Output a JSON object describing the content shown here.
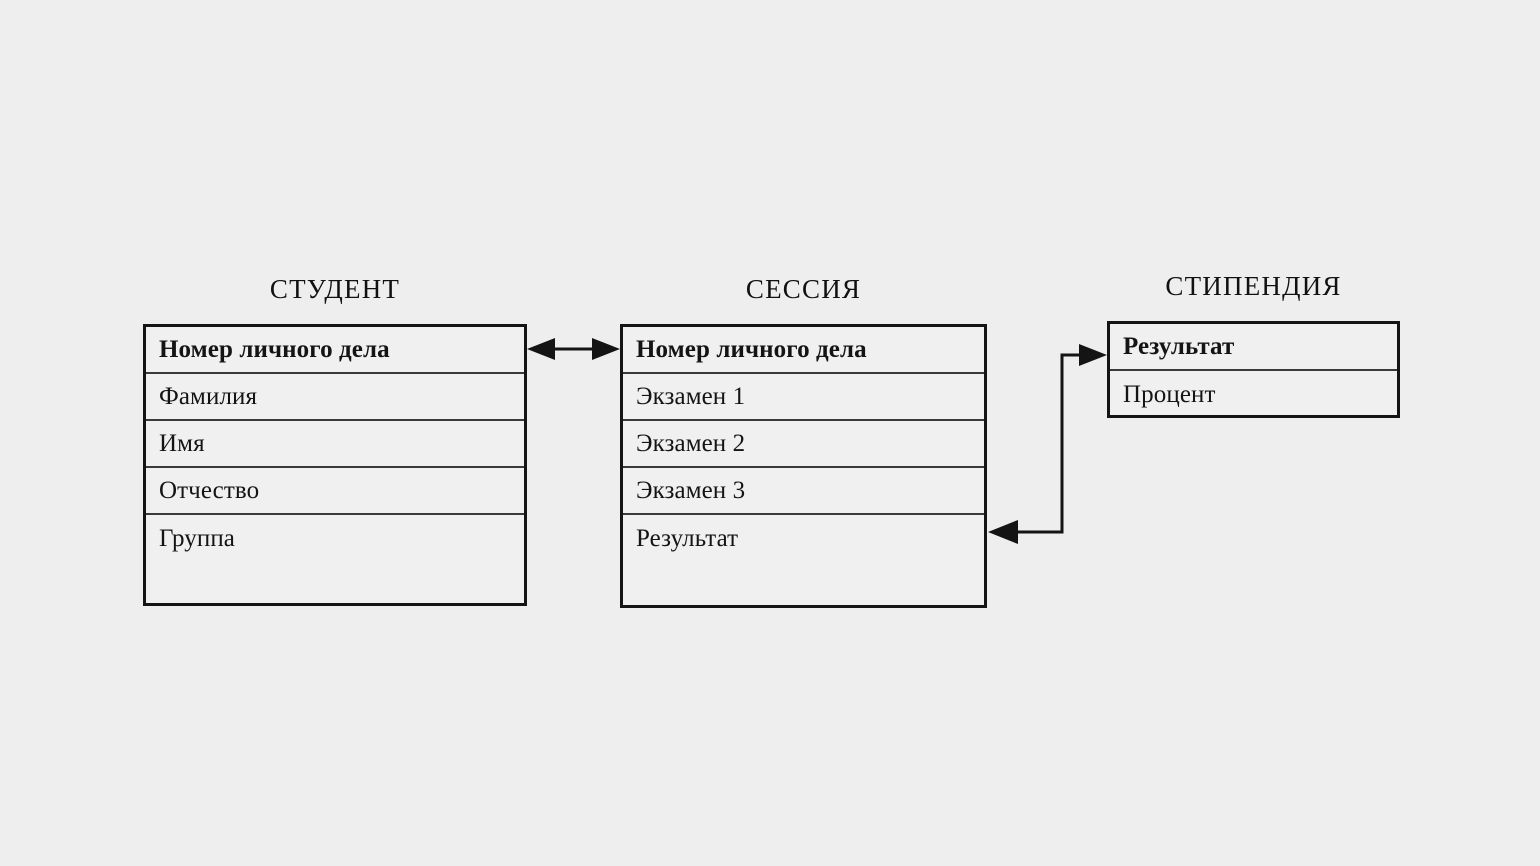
{
  "diagram": {
    "title": "",
    "background_color": "#eeeeee",
    "line_color": "#141414",
    "cell_fill": "#f0f0f0",
    "entities": [
      {
        "id": "student",
        "name": "СТУДЕНТ",
        "fields": [
          {
            "label": "Номер личного дела",
            "key": true
          },
          {
            "label": "Фамилия",
            "key": false
          },
          {
            "label": "Имя",
            "key": false
          },
          {
            "label": "Отчество",
            "key": false
          },
          {
            "label": "Группа",
            "key": false
          }
        ]
      },
      {
        "id": "session",
        "name": "СЕССИЯ",
        "fields": [
          {
            "label": "Номер личного дела",
            "key": true
          },
          {
            "label": "Экзамен 1",
            "key": false
          },
          {
            "label": "Экзамен 2",
            "key": false
          },
          {
            "label": "Экзамен 3",
            "key": false
          },
          {
            "label": "Результат",
            "key": false
          }
        ]
      },
      {
        "id": "scholarship",
        "name": "СТИПЕНДИЯ",
        "fields": [
          {
            "label": "Результат",
            "key": true
          },
          {
            "label": "Процент",
            "key": false
          }
        ]
      }
    ],
    "relationships": [
      {
        "id": "student-session",
        "from": "СТУДЕНТ.Номер личного дела",
        "to": "СЕССИЯ.Номер личного дела",
        "style": "straight",
        "arrows": "both"
      },
      {
        "id": "session-scholarship",
        "from": "СЕССИЯ.Результат",
        "to": "СТИПЕНДИЯ.Результат",
        "style": "elbow",
        "arrows": "both"
      }
    ]
  }
}
